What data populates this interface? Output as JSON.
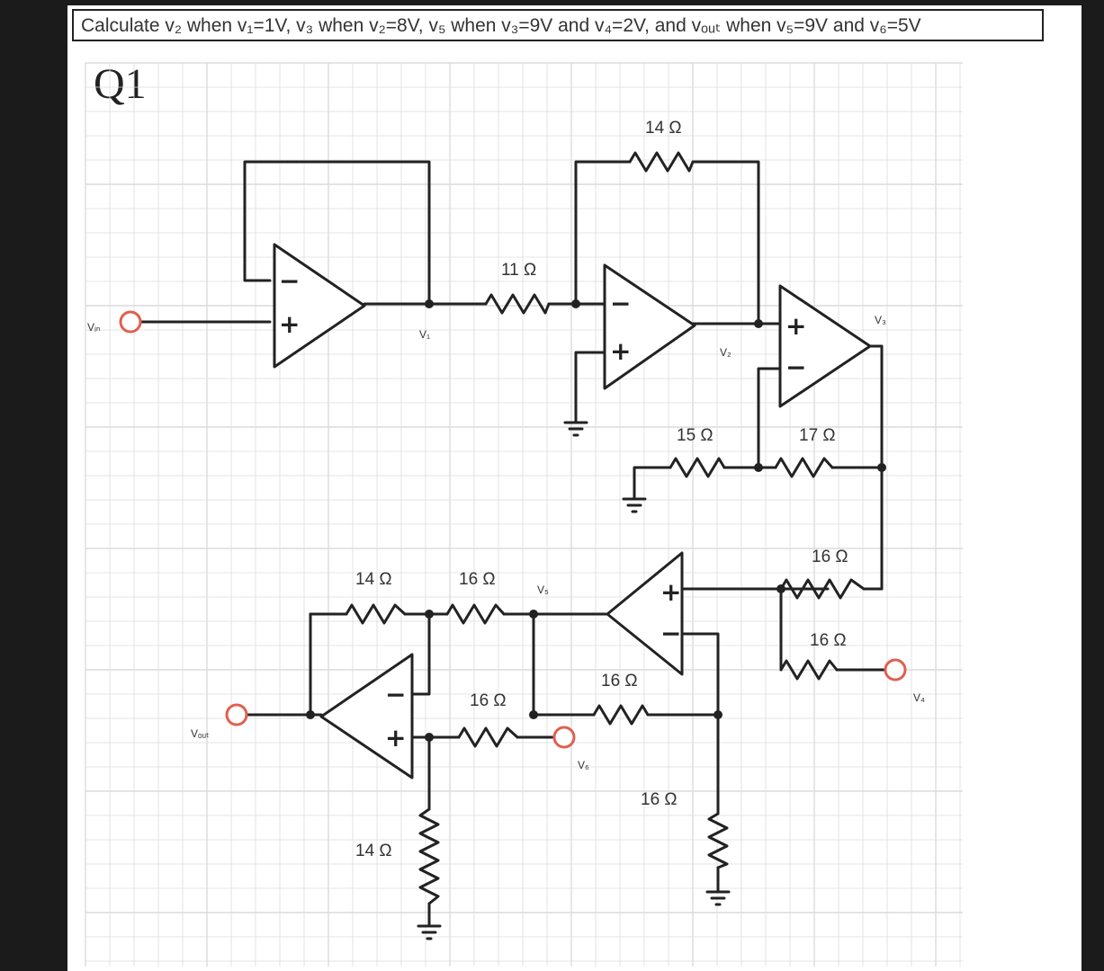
{
  "question": "Calculate v₂ when v₁=1V, v₃ when v₂=8V, v₅ when v₃=9V and v₄=2V, and vₒᵤₜ when v₅=9V and v₆=5V",
  "problem_label": "Q1",
  "resistors": {
    "r_feedback_top": "14 Ω",
    "r_input_mid": "11 Ω",
    "r_ground_15": "15 Ω",
    "r_feedback_17": "17 Ω",
    "r_v3_16": "16 Ω",
    "r_v4_16": "16 Ω",
    "r_bottom_14": "14 Ω",
    "r_bottom_16": "16 Ω",
    "r_v6_16": "16 Ω",
    "r_mid_16": "16 Ω",
    "r_ground_right_16": "16 Ω",
    "r_ground_left_14": "14 Ω"
  },
  "nodes": {
    "vin": "Vᵢₙ",
    "v1": "V₁",
    "v2": "V₂",
    "v3": "V₃",
    "v4": "V₄",
    "v5": "V₅",
    "v6": "V₆",
    "vout": "Vₒᵤₜ"
  },
  "signs": {
    "plus": "+",
    "minus": "−"
  },
  "colors": {
    "terminal": "#e06050",
    "wire": "#222222",
    "grid": "#dcdcdc"
  }
}
